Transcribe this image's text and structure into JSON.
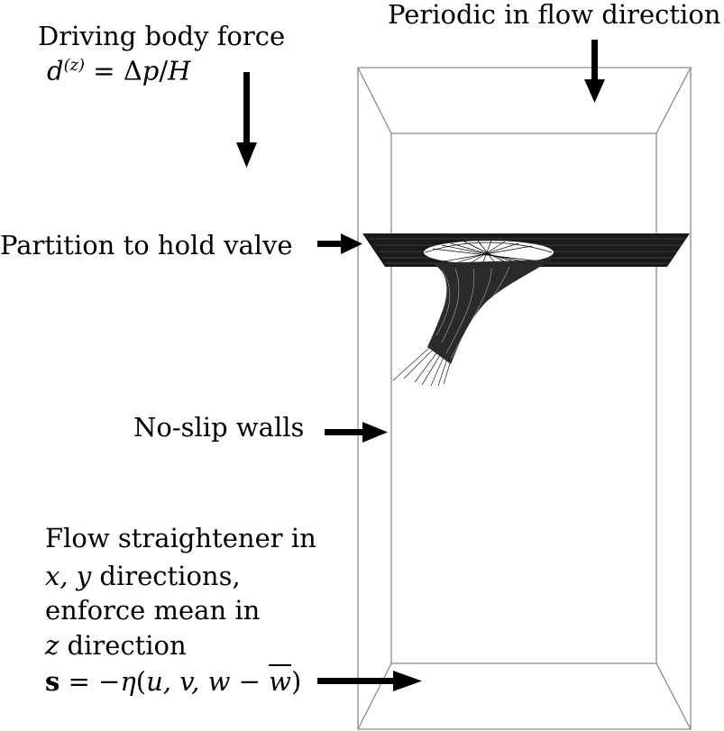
{
  "labels": {
    "driving_force": "Driving body force",
    "driving_equation": {
      "lhs": "d",
      "sup": "(z)",
      "rhs_prefix": " = Δ",
      "p": "p",
      "slash": "/",
      "h": "H"
    },
    "periodic": "Periodic in flow direction",
    "partition": "Partition to hold valve",
    "walls": "No-slip walls",
    "straightener": {
      "line1": "Flow straightener in",
      "line2_math": "x, y",
      "line2_text": " directions,",
      "line3": "enforce mean in",
      "line4_math": "z",
      "line4_text": " direction",
      "eq_s": "s",
      "eq_rest_prefix": " = −",
      "eq_eta": "η",
      "eq_open": "(",
      "eq_vars": "u, v, w",
      "eq_minus": " − ",
      "eq_wbar": "w",
      "eq_close": ")"
    }
  },
  "colors": {
    "box_stroke": "#8a8a8a",
    "ink": "#000000"
  }
}
